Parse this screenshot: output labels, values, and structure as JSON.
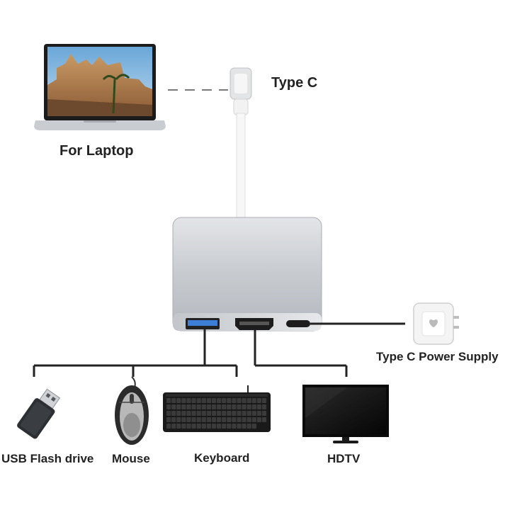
{
  "labels": {
    "type_c": "Type C",
    "for_laptop": "For Laptop",
    "power_supply": "Type C Power Supply",
    "usb_flash": "USB Flash drive",
    "mouse": "Mouse",
    "keyboard": "Keyboard",
    "hdtv": "HDTV"
  },
  "colors": {
    "line": "#222222",
    "hub_body": "#cdd0d4",
    "port_usb": "#3d7fd6",
    "screen_dark": "#111111"
  },
  "icons": [
    "laptop-icon",
    "usb-c-cable-icon",
    "adapter-hub-icon",
    "power-adapter-icon",
    "usb-flash-drive-icon",
    "mouse-icon",
    "keyboard-icon",
    "tv-icon"
  ]
}
